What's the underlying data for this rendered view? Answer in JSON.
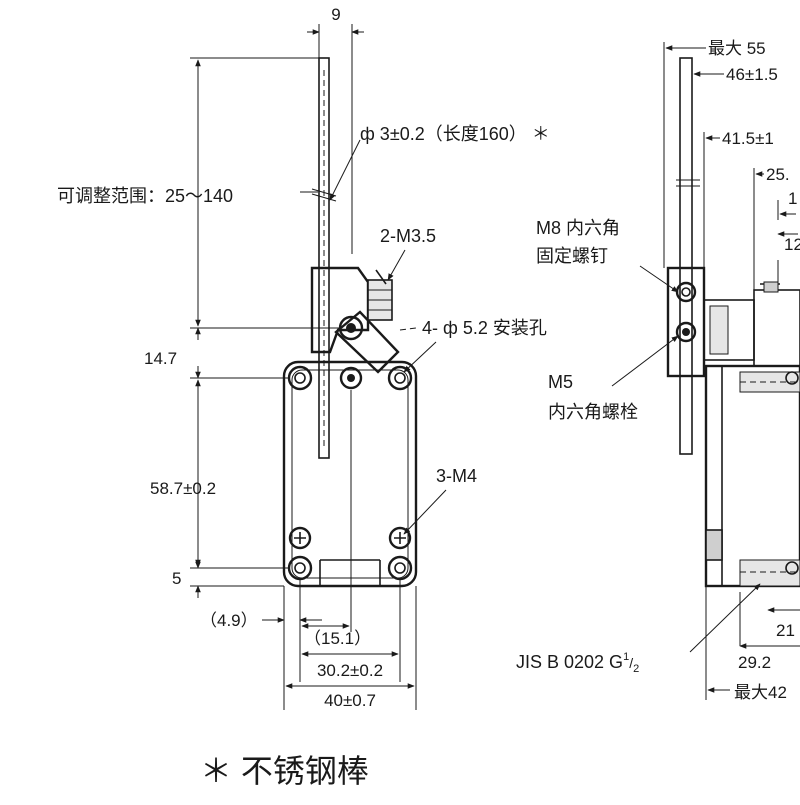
{
  "front_view": {
    "dim_top_width": "9",
    "adjust_range": "可调整范围：25～140",
    "rod_spec": "ф 3±0.2（长度160） ＊",
    "screw_2m35": "2-M3.5",
    "mount_holes": "4- ф 5.2 安装孔",
    "dim_14_7": "14.7",
    "dim_58_7": "58.7±0.2",
    "screw_3m4": "3-M4",
    "dim_5": "5",
    "dim_4_9": "（4.9）",
    "dim_15_1": "（15.1）",
    "dim_30_2": "30.2±0.2",
    "dim_40": "40±0.7"
  },
  "side_view": {
    "dim_max55": "最大 55",
    "dim_46": "46±1.5",
    "dim_41_5": "41.5±1",
    "dim_25": "25.",
    "dim_1a": "1",
    "dim_12": "12",
    "m8_line1": "M8 内六角",
    "m8_line2": "固定螺钉",
    "m5_line1": "M5",
    "m5_line2": "内六角螺栓",
    "jis_base": "JIS B 0202 G",
    "jis_sup": "1",
    "jis_sub": "2",
    "dim_21": "21",
    "dim_29_2": "29.2",
    "dim_max42": "最大42"
  },
  "footnote": "＊ 不锈钢棒"
}
